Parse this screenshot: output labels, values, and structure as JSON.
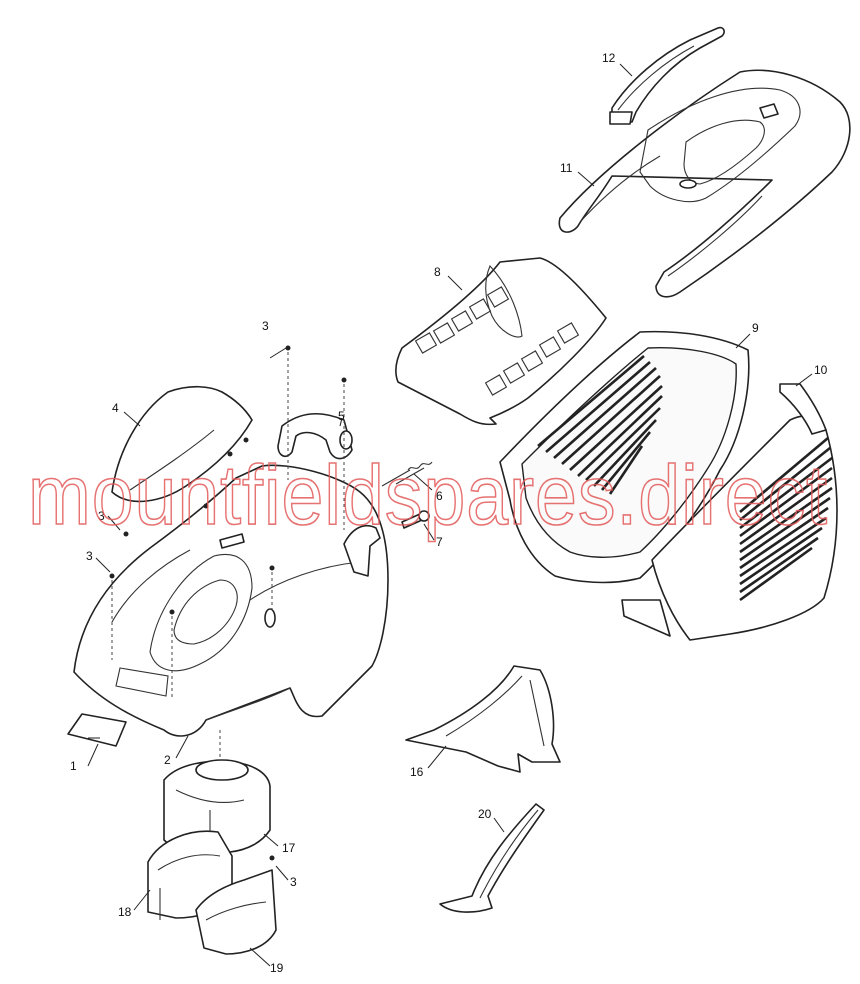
{
  "watermark": "mountfieldspares.direct",
  "labels": {
    "p1": "1",
    "p2": "2",
    "p3a": "3",
    "p3b": "3",
    "p3c": "3",
    "p3d": "3",
    "p4": "4",
    "p5": "5",
    "p6": "6",
    "p7": "7",
    "p8": "8",
    "p9": "9",
    "p10": "10",
    "p11": "11",
    "p12": "12",
    "p16": "16",
    "p17": "17",
    "p18": "18",
    "p19": "19",
    "p20": "20"
  }
}
